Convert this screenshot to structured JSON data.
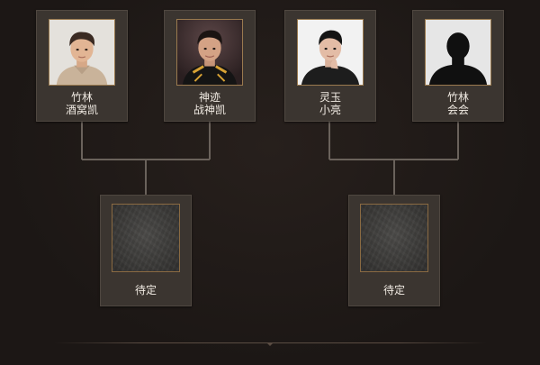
{
  "bracket": {
    "players": [
      {
        "line1": "竹林",
        "line2": "酒窝凯",
        "avatar": "player-photo-1"
      },
      {
        "line1": "神迹",
        "line2": "战神凯",
        "avatar": "player-photo-2"
      },
      {
        "line1": "灵玉",
        "line2": "小亮",
        "avatar": "player-photo-3"
      },
      {
        "line1": "竹林",
        "line2": "会会",
        "avatar": "silhouette-avatar"
      }
    ],
    "pending": [
      {
        "label": "待定"
      },
      {
        "label": "待定"
      }
    ]
  },
  "colors": {
    "background": "#1c1715",
    "card": "#3b3530",
    "card_border": "#4f4740",
    "photo_border": "#9a7a4f",
    "connector": "#6a625b",
    "text": "#f1ebe3"
  }
}
